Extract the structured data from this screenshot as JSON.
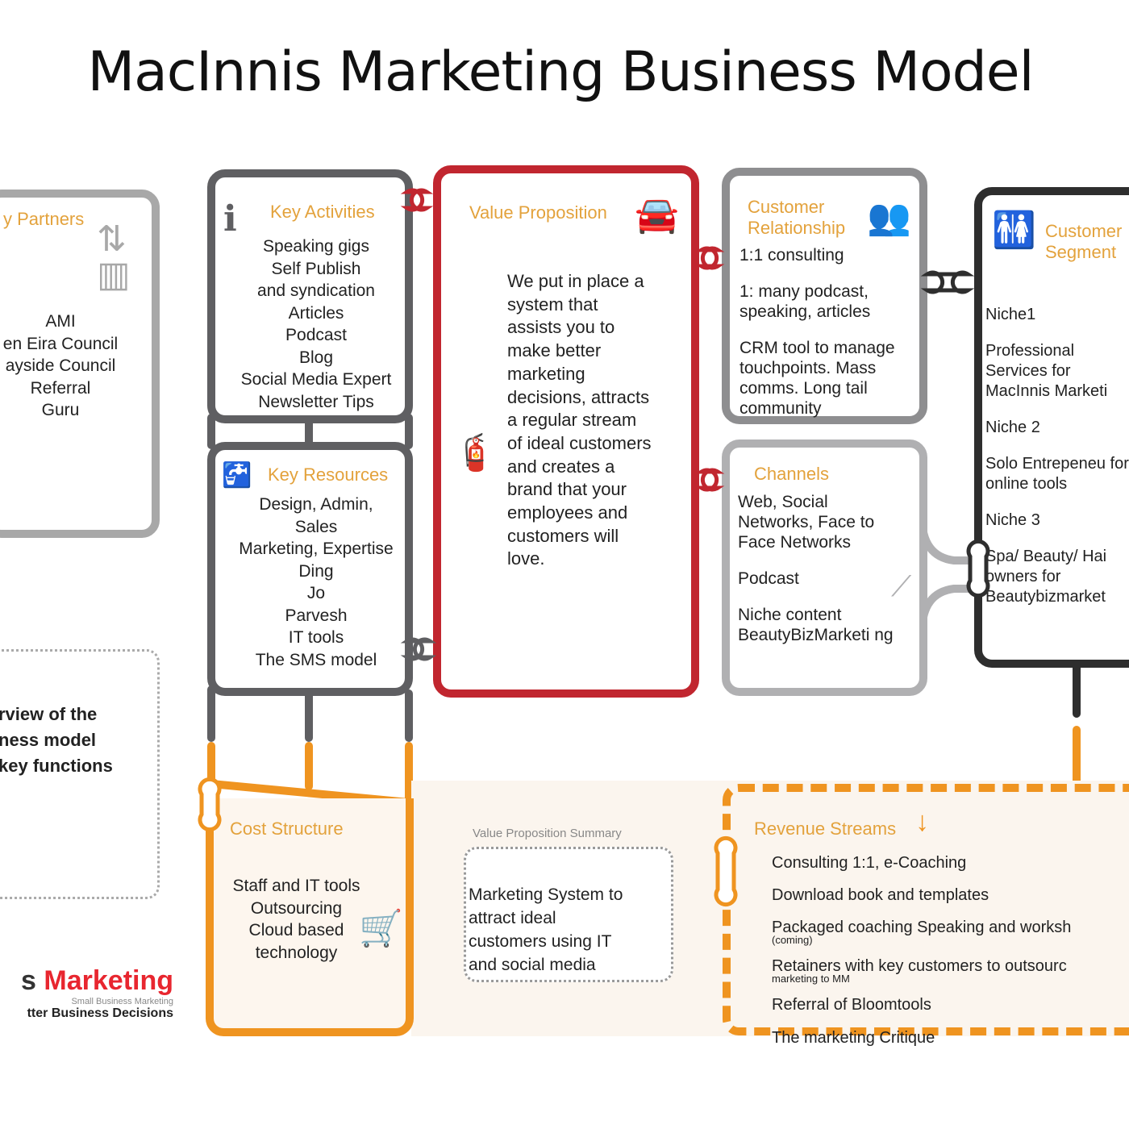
{
  "title": "MacInnis Marketing Business Model",
  "colors": {
    "key_partners": "#a8a8a8",
    "key_activities": "#5f5f62",
    "key_resources": "#5f5f62",
    "value_proposition": "#c1262f",
    "customer_relationship": "#8e8e90",
    "channels": "#b0b0b2",
    "customer_segment": "#2e2e2e",
    "cost_structure": "#ef9420",
    "revenue_streams": "#ef9420",
    "heading": "#e3a23c",
    "brand_red": "#e8262f"
  },
  "key_partners": {
    "heading": "y Partners",
    "icon": "elevator-icon",
    "items": [
      "AMI",
      "en Eira Council",
      "ayside Council",
      "Referral",
      "Guru"
    ]
  },
  "key_activities": {
    "heading": "Key Activities",
    "icon": "person-reading-icon",
    "items": [
      "Speaking gigs",
      "Self Publish",
      "and syndication",
      "Articles",
      "Podcast",
      "Blog",
      "Social Media Expert",
      "Newsletter Tips"
    ]
  },
  "key_resources": {
    "heading": "Key Resources",
    "icon": "tap-icon",
    "items": [
      "Design, Admin,",
      "Sales",
      "Marketing, Expertise",
      "Ding",
      "Jo",
      "Parvesh",
      "IT tools",
      "The SMS model"
    ]
  },
  "value_proposition": {
    "heading": "Value Proposition",
    "icon": "car-key-icon",
    "icon2": "fire-extinguisher-icon",
    "text": [
      "We put in place a",
      "system that",
      "assists you to",
      "make better",
      "marketing",
      "decisions, attracts",
      "a regular stream",
      "of ideal customers",
      "and creates a",
      "brand that your",
      "employees and",
      "customers will",
      "love."
    ]
  },
  "customer_relationship": {
    "heading": [
      "Customer",
      "Relationship"
    ],
    "icon": "people-at-desk-icon",
    "items": [
      "1:1 consulting",
      "1: many podcast, speaking, articles",
      "CRM tool to manage touchpoints. Mass comms. Long tail community"
    ]
  },
  "channels": {
    "heading": "Channels",
    "icon": "escalator-icon",
    "items": [
      "Web, Social Networks, Face to Face Networks",
      "Podcast",
      "Niche content BeautyBizMarketi ng"
    ]
  },
  "customer_segment": {
    "heading": [
      "Customer",
      "Segment"
    ],
    "icon": "man-woman-icon",
    "items": [
      "Niche1",
      "Professional Services for MacInnis Marketi",
      "Niche 2",
      "Solo Entrepeneu for online tools",
      "Niche 3",
      "Spa/ Beauty/ Hai owners for Beautybizmarket"
    ]
  },
  "overview": {
    "lines": [
      "rview of the",
      "ness model",
      "key functions"
    ]
  },
  "logo": {
    "name_prefix": "s",
    "name": "Marketing",
    "tagline": "Small Business Marketing",
    "slogan": "tter Business Decisions"
  },
  "cost_structure": {
    "heading": "Cost Structure",
    "icon": "shopping-cart-coins-icon",
    "items": [
      "Staff and IT tools",
      "Outsourcing",
      "Cloud based",
      "technology"
    ]
  },
  "value_summary": {
    "label": "Value Proposition Summary",
    "lines": [
      "Marketing System to",
      "attract ideal",
      "customers using IT",
      "and social media"
    ]
  },
  "revenue_streams": {
    "heading": "Revenue Streams",
    "icon": "arrow-down-icon",
    "items": [
      "Consulting 1:1, e-Coaching",
      "Download book and templates",
      "Packaged coaching Speaking and worksh",
      "(coming)",
      "Retainers with key customers to outsourc",
      "marketing to MM",
      "Referral of Bloomtools",
      "The marketing Critique"
    ]
  }
}
